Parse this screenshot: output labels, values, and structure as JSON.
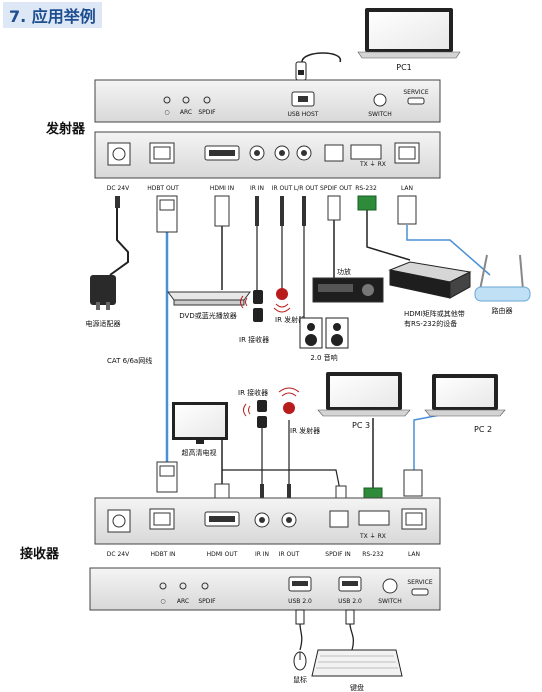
{
  "title": "7. 应用举例",
  "sections": {
    "transmitter": "发射器",
    "receiver": "接收器"
  },
  "devices": {
    "pc1": "PC1",
    "pc2": "PC 2",
    "pc3": "PC 3",
    "power_adapter": "电源适配器",
    "dvd": "DVD或蓝光播放器",
    "ir_receiver_tx": "IR 接收器",
    "ir_emitter_tx": "IR 发射器",
    "amplifier": "功放",
    "speakers": "2.0 音响",
    "hdmi_matrix": "HDMI矩阵或其他带\n有RS-232的设备",
    "router": "路由器",
    "cable": "CAT 6/6a网线",
    "tv": "超高清电视",
    "ir_receiver_rx": "IR 接收器",
    "ir_emitter_rx": "IR 发射器",
    "mouse": "鼠标",
    "keyboard": "键盘"
  },
  "tx_front": {
    "led1": "○",
    "led2": "ARC",
    "led3": "SPDIF",
    "usb": "USB HOST",
    "switch": "SWITCH",
    "service": "SERVICE"
  },
  "tx_rear": [
    "DC 24V",
    "HDBT OUT",
    "HDMI IN",
    "IR IN",
    "IR OUT",
    "L/R OUT",
    "SPDIF OUT",
    "RS-232",
    "LAN"
  ],
  "tx_rs232_pins": "TX ⏚ RX",
  "rx_rear": [
    "DC 24V",
    "HDBT IN",
    "HDMI OUT",
    "IR IN",
    "IR OUT",
    "SPDIF IN",
    "RS-232",
    "LAN"
  ],
  "rx_rs232_pins": "TX ⏚ RX",
  "rx_front": {
    "led1": "○",
    "led2": "ARC",
    "led3": "SPDIF",
    "usb1": "USB 2.0",
    "usb2": "USB 2.0",
    "switch": "SWITCH",
    "service": "SERVICE"
  },
  "colors": {
    "title_bg": "#dde7f5",
    "title_text": "#1d4e8f",
    "cat_cable": "#4a90d9",
    "rs232_green": "#2e8b3a",
    "ir_red": "#b81c1c",
    "lan_blue": "#4a90d9"
  }
}
